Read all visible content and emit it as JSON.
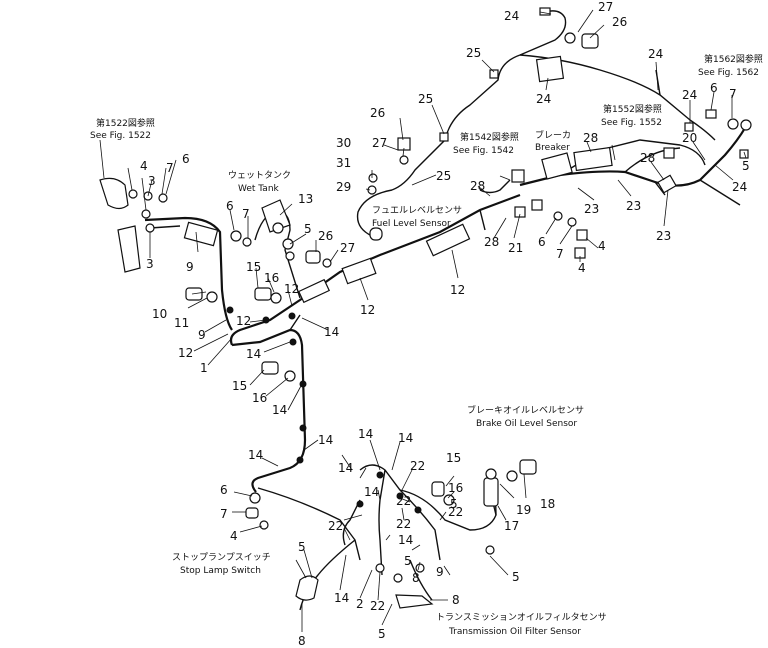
{
  "references": {
    "fig1522_jp": "第1522図参照",
    "fig1522_en": "See Fig. 1522",
    "fig1542_jp": "第1542図参照",
    "fig1542_en": "See Fig. 1542",
    "fig1552_jp": "第1552図参照",
    "fig1552_en": "See Fig. 1552",
    "fig1562_jp": "第1562図参照",
    "fig1562_en": "See Fig. 1562"
  },
  "labels": {
    "wet_tank_jp": "ウェットタンク",
    "wet_tank_en": "Wet Tank",
    "breaker_jp": "ブレーカ",
    "breaker_en": "Breaker",
    "fuel_level_sensor_jp": "フュエルレベルセンサ",
    "fuel_level_sensor_en": "Fuel Level Sensor",
    "brake_oil_level_sensor_jp": "ブレーキオイルレベルセンサ",
    "brake_oil_level_sensor_en": "Brake Oil Level Sensor",
    "stop_lamp_switch_jp": "ストップランプスイッチ",
    "stop_lamp_switch_en": "Stop Lamp Switch",
    "trans_oil_filter_sensor_jp": "トランスミッションオイルフィルタセンサ",
    "trans_oil_filter_sensor_en": "Transmission Oil Filter Sensor"
  },
  "callouts": {
    "c1": "1",
    "c2": "2",
    "c3": "3",
    "c4": "4",
    "c5": "5",
    "c6": "6",
    "c7": "7",
    "c8": "8",
    "c9": "9",
    "c10": "10",
    "c11": "11",
    "c12": "12",
    "c13": "13",
    "c14": "14",
    "c15": "15",
    "c16": "16",
    "c17": "17",
    "c18": "18",
    "c19": "19",
    "c20": "20",
    "c21": "21",
    "c22": "22",
    "c23": "23",
    "c24": "24",
    "c25": "25",
    "c26": "26",
    "c27": "27",
    "c28": "28",
    "c29": "29",
    "c30": "30",
    "c31": "31"
  }
}
